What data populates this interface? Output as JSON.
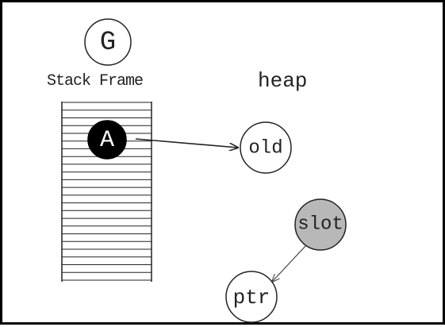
{
  "colors": {
    "border": "#000000",
    "stroke": "#222222",
    "node_fill": "#ffffff",
    "root_fill": "#000000",
    "root_text": "#ffffff",
    "slot_fill": "#b8b8b8"
  },
  "goroutine": {
    "label": "G"
  },
  "stack": {
    "caption": "Stack Frame",
    "slot_count": 24
  },
  "heap": {
    "caption": "heap"
  },
  "nodes": {
    "root": {
      "label": "A"
    },
    "old": {
      "label": "old"
    },
    "slot": {
      "label": "slot"
    },
    "ptr": {
      "label": "ptr"
    }
  },
  "edges": [
    {
      "from": "A",
      "to": "old"
    },
    {
      "from": "slot",
      "to": "ptr"
    }
  ]
}
